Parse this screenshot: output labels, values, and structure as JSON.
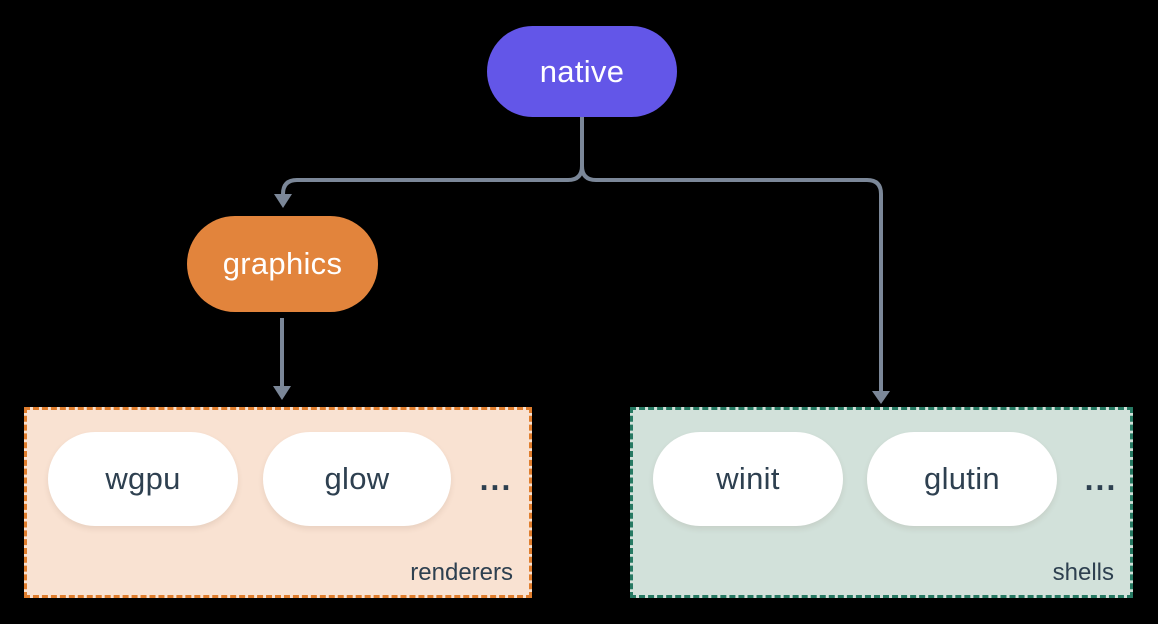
{
  "diagram": {
    "background_color": "#000000",
    "connector_color": "#7b8798",
    "item_text_color": "#2e4050",
    "nodes": {
      "native": {
        "label": "native",
        "fill": "#6356e8",
        "text_color": "#ffffff"
      },
      "graphics": {
        "label": "graphics",
        "fill": "#e2843c",
        "text_color": "#ffffff"
      }
    },
    "groups": {
      "renderers": {
        "label": "renderers",
        "background": "#f9e2d2",
        "border_color": "#e07e2e",
        "border_style": "dashed",
        "items": [
          {
            "label": "wgpu"
          },
          {
            "label": "glow"
          }
        ],
        "ellipsis": "..."
      },
      "shells": {
        "label": "shells",
        "background": "#d2e1da",
        "border_color": "#277a63",
        "border_style": "dashed",
        "items": [
          {
            "label": "winit"
          },
          {
            "label": "glutin"
          }
        ],
        "ellipsis": "..."
      }
    },
    "edges": [
      {
        "from": "native",
        "to": "graphics"
      },
      {
        "from": "native",
        "to": "shells"
      },
      {
        "from": "graphics",
        "to": "renderers"
      }
    ]
  }
}
